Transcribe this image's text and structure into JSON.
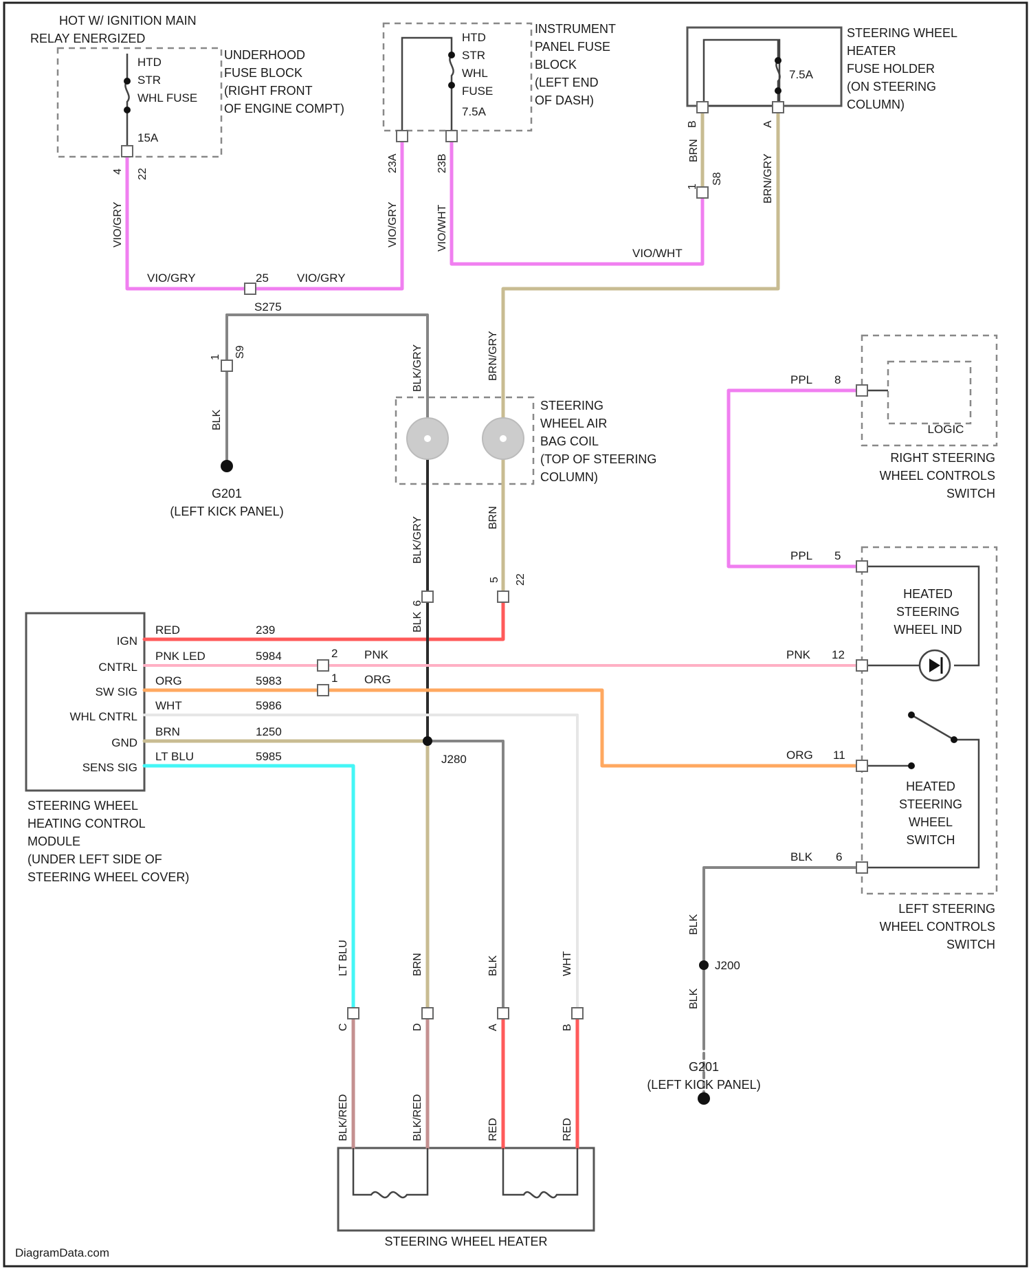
{
  "colors": {
    "pink_wire": "#f07ff0",
    "tan_wire": "#c8bc92",
    "red_wire": "#ff5a5a",
    "light_pink_wire": "#ffb0c4",
    "orange_wire": "#ffa860",
    "white_wire": "#e6e6e6",
    "gray_wire": "#858585",
    "cyan_wire": "#44f6f6",
    "black_wire": "#2b2b2b"
  },
  "titles": {
    "hot_in_ignition": [
      "HOT W/ IGNITION MAIN",
      "RELAY ENERGIZED"
    ],
    "underhood": [
      "UNDERHOOD",
      "FUSE BLOCK",
      "(RIGHT FRONT",
      "OF ENGINE COMPT)"
    ],
    "instrument_panel": [
      "INSTRUMENT",
      "PANEL FUSE",
      "BLOCK",
      "(LEFT END",
      "OF DASH)"
    ],
    "sw_fuse_holder": [
      "STEERING WHEEL",
      "HEATER",
      "FUSE HOLDER",
      "(ON STEERING",
      "COLUMN)"
    ],
    "air_bag_coil": [
      "STEERING",
      "WHEEL AIR",
      "BAG COIL",
      "(TOP OF STEERING",
      "COLUMN)"
    ],
    "right_switch": [
      "RIGHT STEERING",
      "WHEEL CONTROLS",
      "SWITCH"
    ],
    "left_switch": [
      "LEFT STEERING",
      "WHEEL CONTROLS",
      "SWITCH"
    ],
    "hsw_ind": [
      "HEATED",
      "STEERING",
      "WHEEL IND"
    ],
    "hsw_switch": [
      "HEATED",
      "STEERING",
      "WHEEL",
      "SWITCH"
    ],
    "module": [
      "STEERING WHEEL",
      "HEATING CONTROL",
      "MODULE",
      "(UNDER LEFT SIDE OF",
      "STEERING WHEEL COVER)"
    ],
    "heater": "STEERING WHEEL HEATER",
    "logic": "LOGIC",
    "footer": "DiagramData.com"
  },
  "fuses": {
    "underhood": [
      "HTD",
      "STR",
      "WHL FUSE",
      "15A"
    ],
    "instrument_panel": [
      "HTD",
      "STR",
      "WHL",
      "FUSE",
      "7.5A"
    ],
    "fuse_holder": "7.5A"
  },
  "grounds": {
    "g201_a": [
      "G201",
      "(LEFT KICK PANEL)"
    ],
    "g201_b": [
      "G201",
      "(LEFT KICK PANEL)"
    ],
    "j200": "J200",
    "j280": "J280"
  },
  "module_pins": [
    "IGN",
    "CNTRL",
    "SW SIG",
    "WHL CNTRL",
    "GND",
    "SENS SIG"
  ],
  "module_wires": [
    {
      "color": "RED",
      "circuit": "239"
    },
    {
      "color": "PNK LED",
      "circuit": "5984"
    },
    {
      "color": "ORG",
      "circuit": "5983"
    },
    {
      "color": "WHT",
      "circuit": "5986"
    },
    {
      "color": "BRN",
      "circuit": "1250"
    },
    {
      "color": "LT BLU",
      "circuit": "5985"
    }
  ],
  "wire_labels": {
    "vio_gry_1": "VIO/GRY",
    "vio_gry_2": "VIO/GRY",
    "vio_gry_3": "VIO/GRY",
    "vio_gry_4": "VIO/GRY",
    "vio_wht_1": "VIO/WHT",
    "vio_wht_2": "VIO/WHT",
    "circuit_25": "25",
    "s275": "S275",
    "brn_gry_1": "BRN/GRY",
    "brn_gry_2": "BRN/GRY",
    "brn_1": "BRN",
    "brn_2": "BRN",
    "blk_gry_1": "BLK/GRY",
    "blk_gry_2": "BLK/GRY",
    "blk_1": "BLK",
    "blk_2": "BLK",
    "blk_3": "BLK",
    "blk_4": "BLK",
    "blk_5": "BLK",
    "blk_6": "BLK",
    "ppl_1": "PPL",
    "ppl_2": "PPL",
    "pnk_1": "PNK",
    "pnk_2": "PNK",
    "org_1": "ORG",
    "org_2": "ORG",
    "lt_blu": "LT BLU",
    "wht": "WHT",
    "blk_red_1": "BLK/RED",
    "blk_red_2": "BLK/RED",
    "red_1": "RED",
    "red_2": "RED"
  },
  "pins": {
    "p1": "1",
    "p2": "2",
    "p4": "4",
    "p5": "5",
    "p6": "6",
    "p8": "8",
    "p11": "11",
    "p12": "12",
    "p12b": "12",
    "p22": "22",
    "p23a": "23A",
    "p23b": "23B",
    "pA": "A",
    "pB": "B",
    "pC": "C",
    "pD": "D",
    "pS8": "S8",
    "pS9": "S9"
  }
}
